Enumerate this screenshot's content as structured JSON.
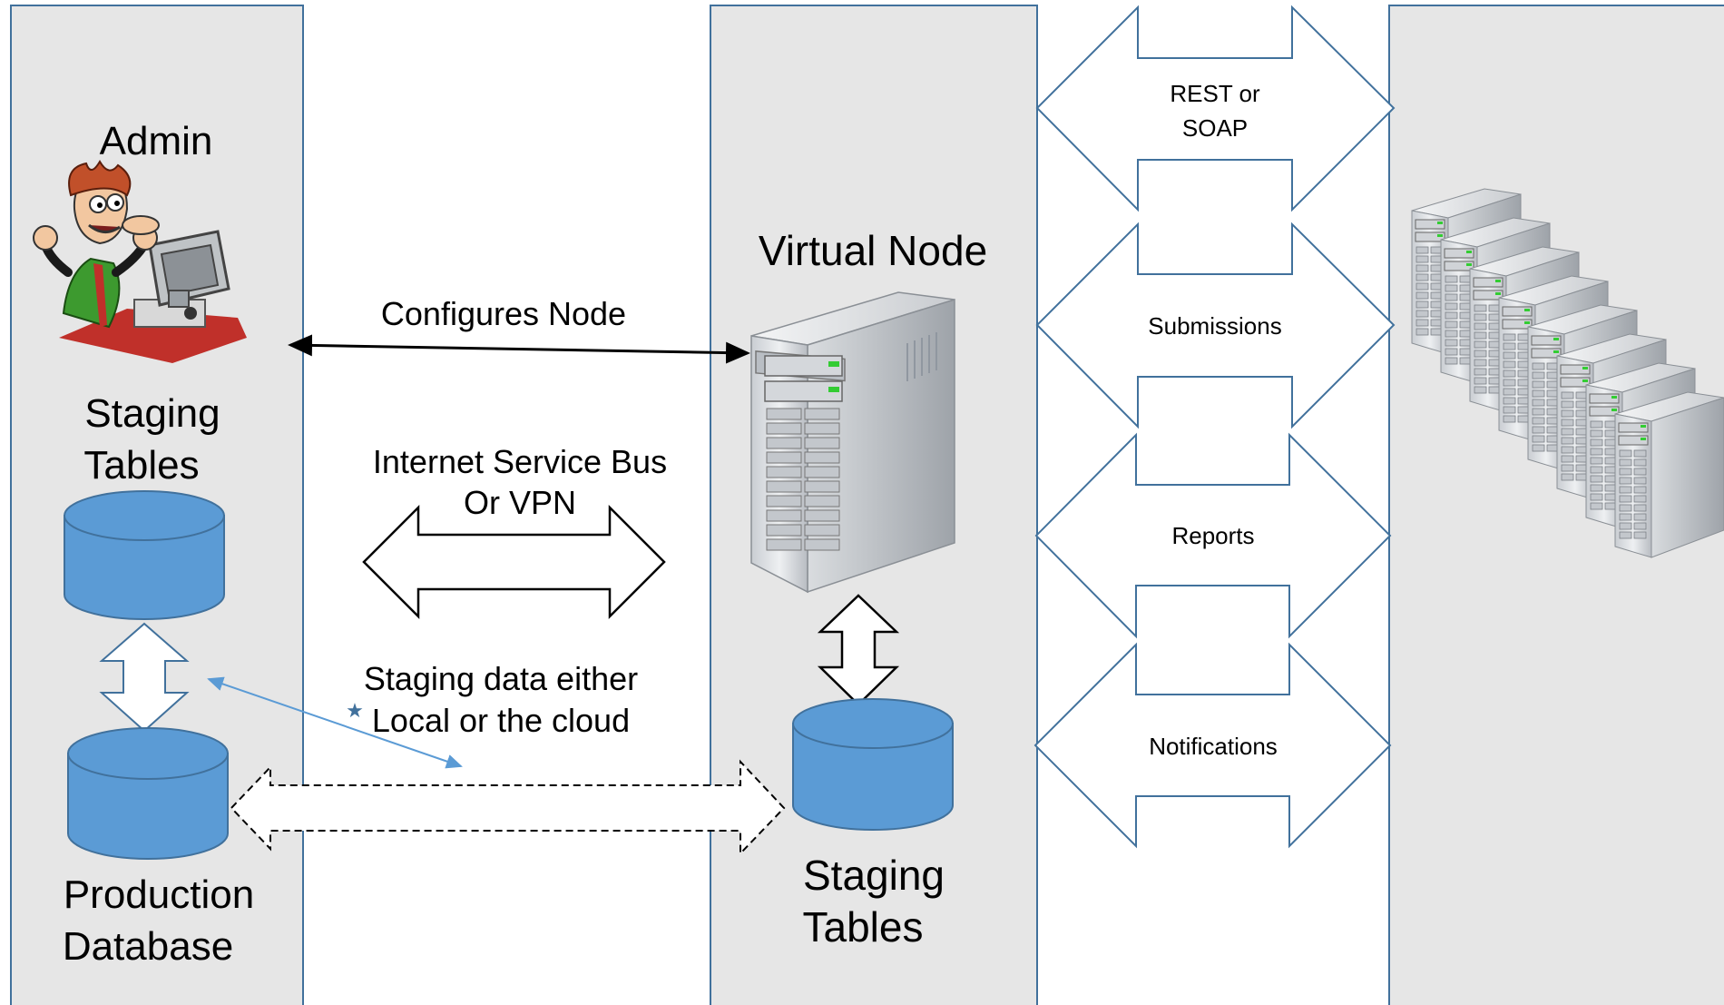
{
  "labels": {
    "admin": "Admin",
    "staging_tables_left": [
      "Staging",
      "Tables"
    ],
    "configures_node": "Configures  Node",
    "internet_service_bus": [
      "Internet Service Bus",
      "Or VPN"
    ],
    "staging_data": [
      "Staging data either",
      "Local or the cloud"
    ],
    "production_database": [
      "Production",
      "Database"
    ],
    "virtual_node": "Virtual Node",
    "staging_tables_right": [
      "Staging",
      "Tables"
    ]
  },
  "channels": [
    "REST or\nSOAP",
    "Submissions",
    "Reports",
    "Notifications"
  ],
  "channel_lines": {
    "rest_soap": [
      "REST or",
      "SOAP"
    ],
    "submissions": [
      "Submissions"
    ],
    "reports": [
      "Reports"
    ],
    "notifications": [
      "Notifications"
    ]
  },
  "colors": {
    "panel_fill": "#e6e6e6",
    "panel_border": "#41719c",
    "cylinder_fill": "#5b9bd5",
    "cylinder_stroke": "#41719c",
    "arrow_stroke": "#2f5597",
    "link_blue": "#5b9bd5"
  },
  "icons": [
    "admin-cartoon-icon",
    "server-tower-icon",
    "server-rack-icon"
  ]
}
